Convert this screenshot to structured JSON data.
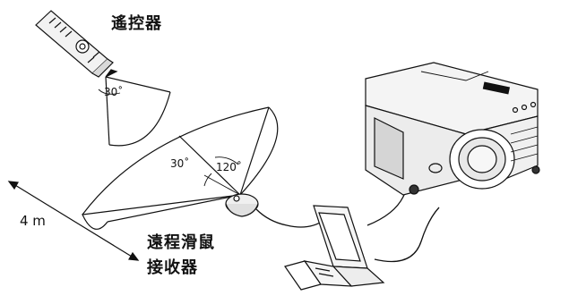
{
  "labels": {
    "remote": "遙控器",
    "angle_remote": "30˚",
    "angle_inner": "30˚",
    "angle_outer": "120˚",
    "distance": "4 m",
    "receiver_line1": "遠程滑鼠",
    "receiver_line2": "接收器"
  }
}
